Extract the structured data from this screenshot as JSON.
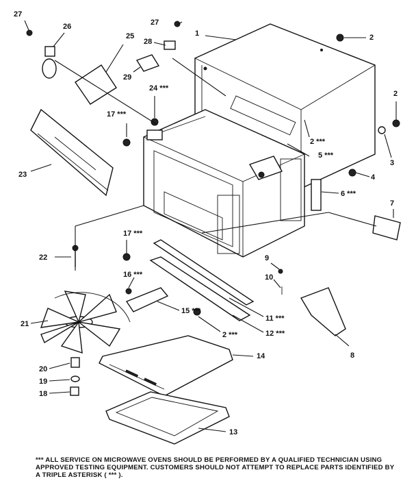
{
  "callouts": {
    "c1": "1",
    "c2a": "2",
    "c2b": "2",
    "c2c": "2 ***",
    "c2d": "2 ***",
    "c3": "3",
    "c4": "4",
    "c5": "5 ***",
    "c6": "6 ***",
    "c7": "7",
    "c8": "8",
    "c9": "9",
    "c10": "10",
    "c11": "11 ***",
    "c12": "12 ***",
    "c13": "13",
    "c14": "14",
    "c15": "15 ***",
    "c16": "16 ***",
    "c17a": "17 ***",
    "c17b": "17 ***",
    "c18": "18",
    "c19": "19",
    "c20": "20",
    "c21": "21",
    "c22": "22",
    "c23": "23",
    "c24": "24 ***",
    "c25": "25",
    "c26": "26",
    "c27a": "27",
    "c27b": "27",
    "c28": "28",
    "c29": "29"
  },
  "notice": "*** ALL SERVICE ON MICROWAVE OVENS SHOULD BE PERFORMED BY A QUALIFIED TECHNICIAN USING APPROVED TESTING EQUIPMENT. CUSTOMERS SHOULD NOT ATTEMPT TO REPLACE PARTS IDENTIFIED BY A TRIPLE ASTERISK ( *** )."
}
